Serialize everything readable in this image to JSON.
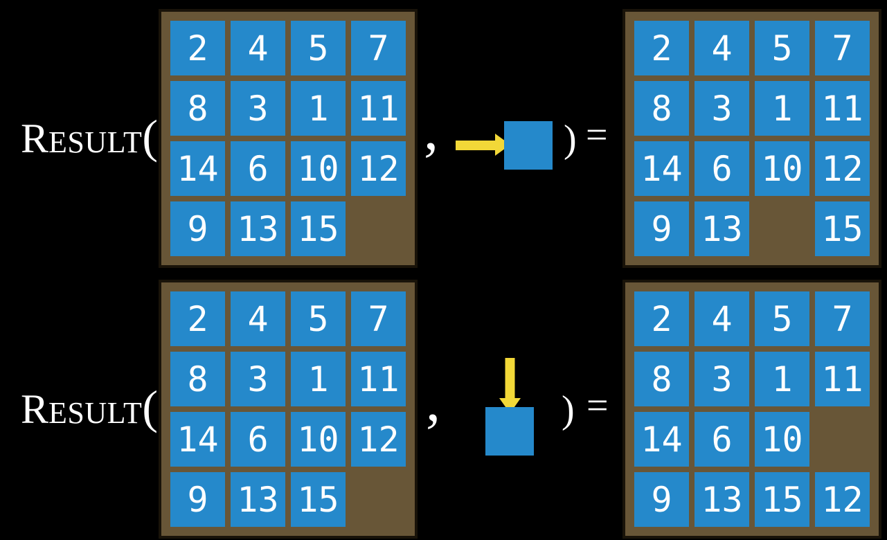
{
  "figure": {
    "expression": {
      "name_initial": "R",
      "name_rest": "ESULT",
      "open_paren": "(",
      "comma": ",",
      "close_paren": ")",
      "equals_sign": "="
    },
    "colors": {
      "background": "#000000",
      "board_frame": "#685637",
      "board_border": "#191309",
      "tile_blue": "#2589CB",
      "tile_text": "#FFFFFF",
      "arrow_yellow": "#F2D838",
      "expression_text": "#FFFFFF"
    },
    "examples": [
      {
        "id": "slide-right",
        "action": {
          "direction": "right",
          "icon": "right-arrow-icon"
        },
        "before_grid": [
          [
            2,
            4,
            5,
            7
          ],
          [
            8,
            3,
            1,
            11
          ],
          [
            14,
            6,
            10,
            12
          ],
          [
            9,
            13,
            15,
            null
          ]
        ],
        "after_grid": [
          [
            2,
            4,
            5,
            7
          ],
          [
            8,
            3,
            1,
            11
          ],
          [
            14,
            6,
            10,
            12
          ],
          [
            9,
            13,
            null,
            15
          ]
        ]
      },
      {
        "id": "slide-down",
        "action": {
          "direction": "down",
          "icon": "down-arrow-icon"
        },
        "before_grid": [
          [
            2,
            4,
            5,
            7
          ],
          [
            8,
            3,
            1,
            11
          ],
          [
            14,
            6,
            10,
            12
          ],
          [
            9,
            13,
            15,
            null
          ]
        ],
        "after_grid": [
          [
            2,
            4,
            5,
            7
          ],
          [
            8,
            3,
            1,
            11
          ],
          [
            14,
            6,
            10,
            null
          ],
          [
            9,
            13,
            15,
            12
          ]
        ]
      }
    ]
  }
}
